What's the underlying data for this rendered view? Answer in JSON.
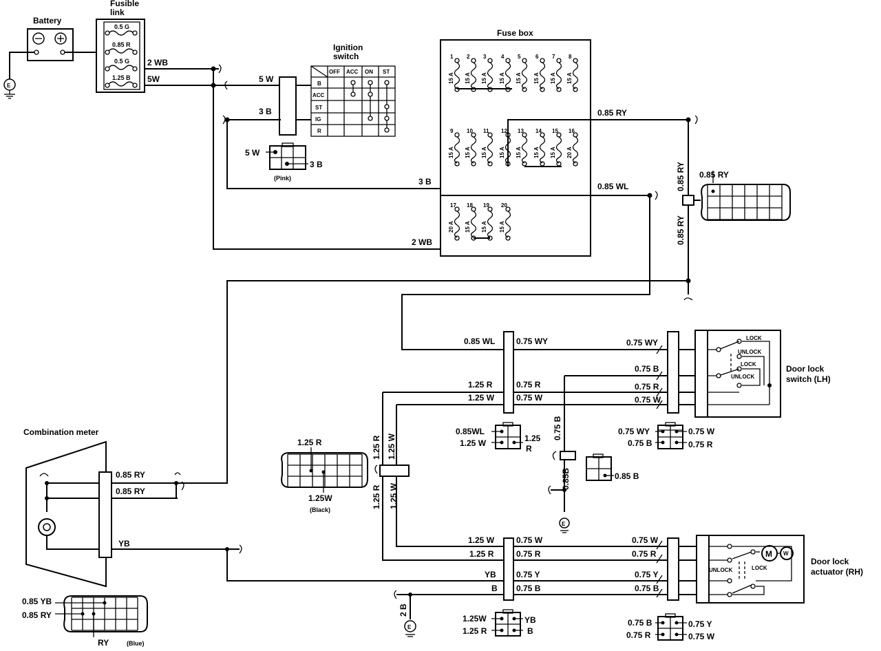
{
  "components": {
    "battery": "Battery",
    "fusible_link_1": "Fusible",
    "fusible_link_2": "link",
    "ignition_1": "Ignition",
    "ignition_2": "switch",
    "fuse_box": "Fuse box",
    "door_lock_switch_1": "Door lock",
    "door_lock_switch_2": "switch (LH)",
    "combination_meter": "Combination meter",
    "door_lock_actuator_1": "Door lock",
    "door_lock_actuator_2": "actuator (RH)",
    "ground": "E"
  },
  "fusible_link_ratings": [
    "0.5 G",
    "0.85 R",
    "0.5 G",
    "1.25 B"
  ],
  "ignition_switch": {
    "columns": [
      "OFF",
      "ACC",
      "ON",
      "ST"
    ],
    "rows": [
      "B",
      "ACC",
      "ST",
      "IG",
      "R"
    ]
  },
  "fuses": {
    "numbers": [
      "1",
      "2",
      "3",
      "4",
      "5",
      "6",
      "7",
      "8",
      "9",
      "10",
      "11",
      "12",
      "13",
      "14",
      "15",
      "16",
      "17",
      "18",
      "19",
      "20"
    ],
    "ratings": [
      "15 A",
      "15 A",
      "15 A",
      "15 A",
      "15 A",
      "15 A",
      "15 A",
      "15 A",
      "15 A",
      "15 A",
      "15 A",
      "15 A",
      "15 A",
      "15 A",
      "15 A",
      "20 A",
      "20 A",
      "15 A",
      "15 A",
      "15 A"
    ]
  },
  "connectors": {
    "pink": "(Pink)",
    "black": "(Black)",
    "blue": "(Blue)"
  },
  "switch_states": {
    "lock_1": "LOCK",
    "unlock_1": "UNLOCK",
    "lock_2": "LOCK",
    "unlock_2": "UNLOCK",
    "act_unlock": "UNLOCK",
    "act_lock": "LOCK"
  },
  "motor": {
    "m": "M",
    "w": "W"
  },
  "wire_labels": {
    "bat_2wb": "2 WB",
    "bat_5w": "5W",
    "ign_5w": "5 W",
    "ign_3b": "3 B",
    "pink_5w": "5 W",
    "pink_3b": "3 B",
    "fuse_3b": "3 B",
    "fuse_2wb": "2 WB",
    "fb_085ry": "0.85 RY",
    "fb_085wl": "0.85 WL",
    "v_085ry_a": "0.85 RY",
    "v_085ry_b": "0.85 RY",
    "conn_085ry": "0.85 RY",
    "j_085wl": "0.85 WL",
    "j_075wy": "0.75 WY",
    "j_125r": "1.25 R",
    "j_075r": "0.75 R",
    "j_125w": "1.25 W",
    "j_075w": "0.75 W",
    "sw_075wy": "0.75 WY",
    "sw_075b": "0.75 B",
    "sw_075r": "0.75 R",
    "sw_075w": "0.75 W",
    "c1_085wl": "0.85WL",
    "c1_125w": "1.25 W",
    "c1_125r_a": "1.25",
    "c1_125r_b": "R",
    "v_075b": "0.75 B",
    "v_085b": "0.85B",
    "c2_085b": "0.85 B",
    "c3_075wy": "0.75 WY",
    "c3_075b": "0.75 B",
    "c3_075w": "0.75 W",
    "c3_075r": "0.75 R",
    "black_125r": "1.25 R",
    "black_125w": "1.25W",
    "v_125r_a": "1.25 R",
    "v_125w_a": "1.25 W",
    "v_125r_b": "1.25 R",
    "v_125w_b": "1.25 W",
    "cm_085ry_a": "0.85 RY",
    "cm_085ry_b": "0.85 RY",
    "cm_yb": "YB",
    "blue_085yb": "0.85 YB",
    "blue_085ry": "0.85 RY",
    "blue_ry": "RY",
    "a_125w": "1.25 W",
    "a_075w_l": "0.75 W",
    "a_125r": "1.25 R",
    "a_075r_l": "0.75 R",
    "a_yb": "YB",
    "a_075y_l": "0.75 Y",
    "a_b": "B",
    "a_075b_l": "0.75 B",
    "a_075w_r": "0.75 W",
    "a_075r_r": "0.75 R",
    "a_075y_r": "0.75 Y",
    "a_075b_r": "0.75 B",
    "g_2b": "2 B",
    "c4_125w": "1.25W",
    "c4_125r": "1.25 R",
    "c4_yb": "YB",
    "c4_b": "B",
    "c5_075b": "0.75 B",
    "c5_075r": "0.75 R",
    "c5_075y": "0.75 Y",
    "c5_075w": "0.75 W"
  }
}
